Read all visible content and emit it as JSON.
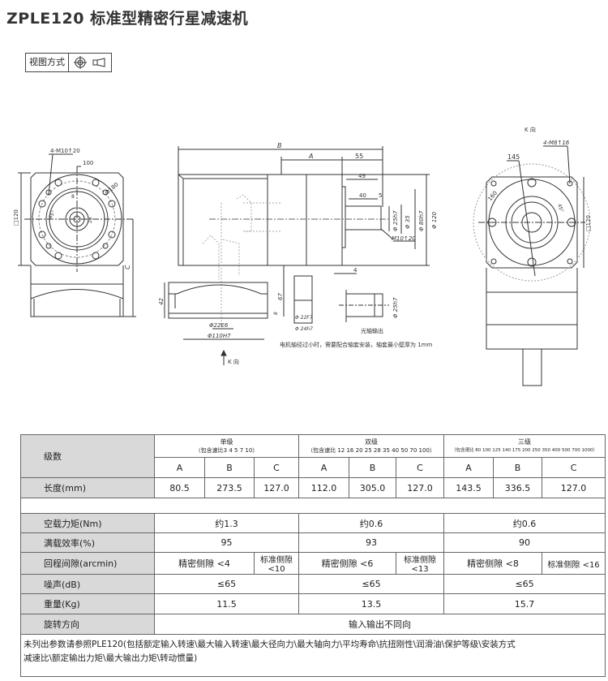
{
  "title": "ZPLE120 标准型精密行星减速机",
  "view_mode": {
    "label": "视图方式",
    "icons": [
      "first-angle-circle-icon",
      "cone-icon"
    ]
  },
  "drawing": {
    "left_view": {
      "holes": "4-M10↑20",
      "pcd": "100",
      "dia": "Φ180",
      "square": "□120",
      "angle": "45°",
      "key_width": "8",
      "key_height": "28",
      "height_dim": "C"
    },
    "side_view": {
      "B": "B",
      "A": "A",
      "d55": "55",
      "d49": "49",
      "d40": "40",
      "d5": "5",
      "d4": "4",
      "phi25": "Φ 25h7",
      "phi35": "Φ 35",
      "phi80": "Φ 80h7",
      "phi120": "Φ 120",
      "thread": "M10↑20",
      "d42": "42",
      "d67": "67",
      "d8": "8",
      "phi22": "Φ22E6",
      "phi110": "Φ110H7",
      "k_dir": "K 向",
      "phi22f7": "Φ 22F7",
      "phi24": "Φ 24h7",
      "phi25b": "Φ 25h7",
      "plain_shaft": "光轴输出",
      "note": "电机轴径过小时，需要配合轴套安装，轴套最小壁厚为 1mm"
    },
    "right_view": {
      "k_dir": "K 向",
      "holes": "4-M8↑16",
      "pcd": "145",
      "dia": "160",
      "angle": "45°",
      "square": "□120"
    }
  },
  "table": {
    "stage_label": "级数",
    "groups": [
      {
        "name": "单级",
        "ratios": "（包含速比3  4  5  7  10）"
      },
      {
        "name": "双级",
        "ratios": "（包含速比 12 16 20 25 28 35 40 50 70 100）"
      },
      {
        "name": "三级",
        "ratios": "（包含速比 80 100 125 140 175 200 250 350 400 500 700 1000）"
      }
    ],
    "sub_headers": [
      "A",
      "B",
      "C",
      "A",
      "B",
      "C",
      "A",
      "B",
      "C"
    ],
    "length_label": "长度(mm)",
    "length_values": [
      "80.5",
      "273.5",
      "127.0",
      "112.0",
      "305.0",
      "127.0",
      "143.5",
      "336.5",
      "127.0"
    ],
    "no_load_torque": {
      "label": "空载力矩(Nm)",
      "values": [
        "约1.3",
        "约0.6",
        "约0.6"
      ]
    },
    "efficiency": {
      "label": "满载效率(%)",
      "values": [
        "95",
        "93",
        "90"
      ]
    },
    "backlash": {
      "label": "回程间隙(arcmin)",
      "values": [
        "精密侧隙 <4",
        "标准侧隙 <10",
        "精密侧隙 <6",
        "标准侧隙 <13",
        "精密侧隙 <8",
        "标准侧隙 <16"
      ]
    },
    "noise": {
      "label": "噪声(dB)",
      "values": [
        "≤65",
        "≤65",
        "≤65"
      ]
    },
    "weight": {
      "label": "重量(Kg)",
      "values": [
        "11.5",
        "13.5",
        "15.7"
      ]
    },
    "rotation": {
      "label": "旋转方向",
      "value": "输入输出不同向"
    },
    "note_line1": "未列出参数请参照PLE120(包括额定输入转速\\最大输入转速\\最大径向力\\最大轴向力\\平均寿命\\抗扭刚性\\润滑油\\保护等级\\安装方式",
    "note_line2": "减速比\\额定输出力矩\\最大输出力矩\\转动惯量)"
  }
}
